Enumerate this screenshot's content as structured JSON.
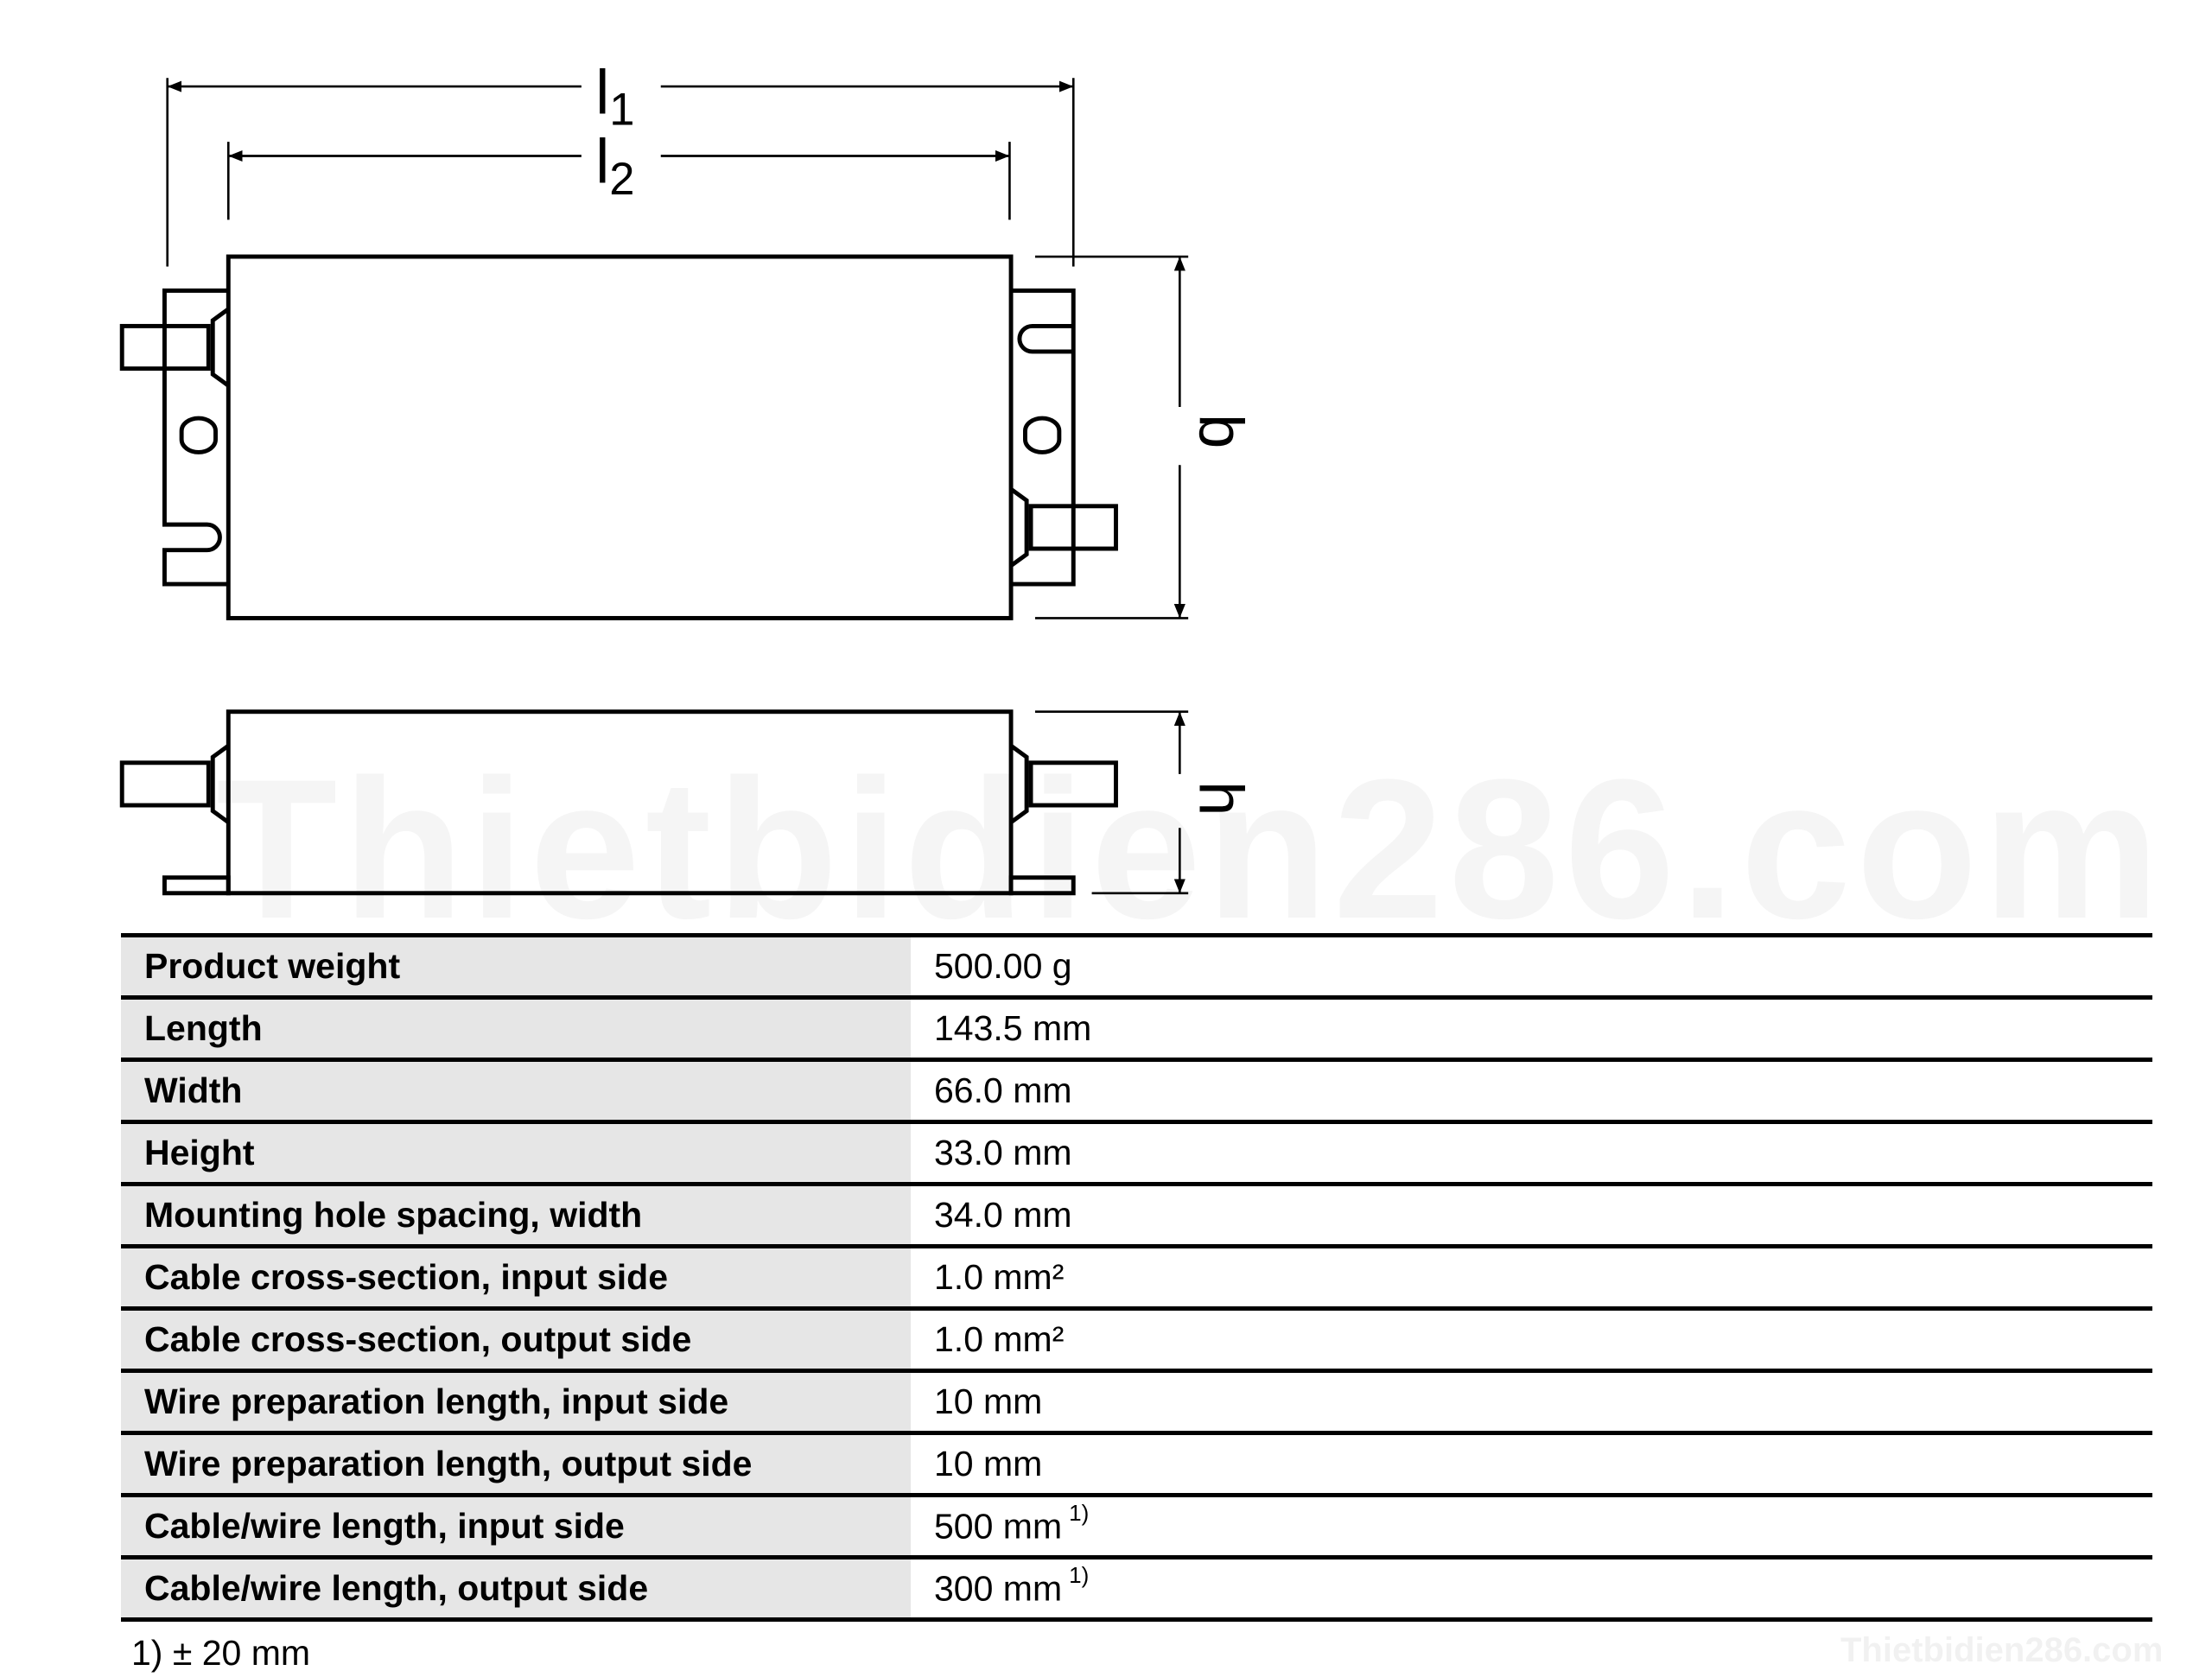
{
  "drawing": {
    "labels": {
      "l1_base": "l",
      "l1_sub": "1",
      "l2_base": "l",
      "l2_sub": "2",
      "b": "b",
      "h": "h"
    }
  },
  "watermark": "Thietbidien286.com",
  "watermark_small": "Thietbidien286.com",
  "table": {
    "rows": [
      {
        "label": "Product weight",
        "value": "500.00 g",
        "note": ""
      },
      {
        "label": "Length",
        "value": "143.5 mm",
        "note": ""
      },
      {
        "label": "Width",
        "value": "66.0 mm",
        "note": ""
      },
      {
        "label": "Height",
        "value": "33.0 mm",
        "note": ""
      },
      {
        "label": "Mounting hole spacing, width",
        "value": "34.0 mm",
        "note": ""
      },
      {
        "label": "Cable cross-section, input side",
        "value": "1.0 mm²",
        "note": ""
      },
      {
        "label": "Cable cross-section, output side",
        "value": "1.0 mm²",
        "note": ""
      },
      {
        "label": "Wire preparation length, input side",
        "value": "10 mm",
        "note": ""
      },
      {
        "label": "Wire preparation length, output side",
        "value": "10 mm",
        "note": ""
      },
      {
        "label": "Cable/wire length, input side",
        "value": "500 mm",
        "note": "1)"
      },
      {
        "label": "Cable/wire length, output side",
        "value": "300 mm",
        "note": "1)"
      }
    ]
  },
  "footnote": "1) ± 20 mm"
}
